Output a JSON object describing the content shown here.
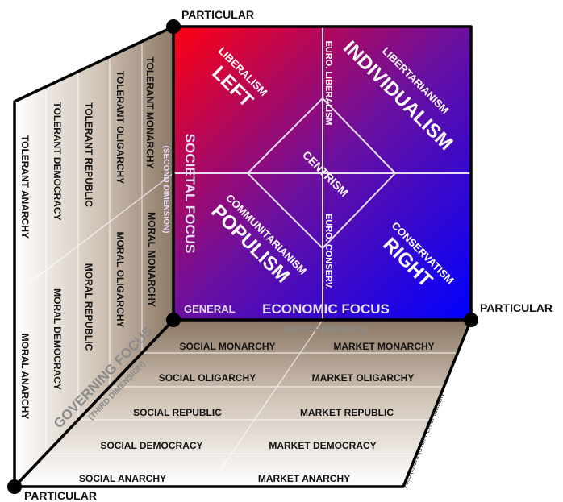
{
  "corners": {
    "top": "PARTICULAR",
    "right": "PARTICULAR",
    "bottom_left": "PARTICULAR",
    "origin": "GENERAL"
  },
  "axes": {
    "societal": {
      "title": "SOCIETAL FOCUS",
      "sub": "(SECOND DIMENSION)"
    },
    "economic": {
      "title": "ECONOMIC FOCUS",
      "sub": "(FIRST DIMENSION)"
    },
    "governing": {
      "title": "GOVERNING FOCUS",
      "sub": "(THIRD DIMENSION)"
    }
  },
  "front_face": {
    "top_left": {
      "small": "LIBERALISM",
      "big": "LEFT"
    },
    "top_right": {
      "small": "LIBERTARIANISM",
      "big": "INDIVIDUALISM"
    },
    "bottom_left": {
      "small": "COMMUNITARIANISM",
      "big": "POPULISM"
    },
    "bottom_right": {
      "small": "CONSERVATISM",
      "big": "RIGHT"
    },
    "center": "CENTRISM",
    "euro_liberalism": "EURO. LIBERALISM",
    "euro_conserv": "EURO. CONSERV.",
    "colors": {
      "top_left": "#ff0010",
      "top_right": "#5a10a8",
      "bottom_left": "#3a00a0",
      "bottom_right": "#0000ff"
    }
  },
  "bottom_face": {
    "rows": [
      {
        "social": "SOCIAL MONARCHY",
        "market": "MARKET MONARCHY"
      },
      {
        "social": "SOCIAL OLIGARCHY",
        "market": "MARKET OLIGARCHY"
      },
      {
        "social": "SOCIAL REPUBLIC",
        "market": "MARKET REPUBLIC"
      },
      {
        "social": "SOCIAL DEMOCRACY",
        "market": "MARKET DEMOCRACY"
      },
      {
        "social": "SOCIAL ANARCHY",
        "market": "MARKET ANARCHY"
      }
    ]
  },
  "left_face": {
    "columns": [
      {
        "tolerant": "TOLERANT ANARCHY",
        "moral": "MORAL ANARCHY"
      },
      {
        "tolerant": "TOLERANT DEMOCRACY",
        "moral": "MORAL DEMOCRACY"
      },
      {
        "tolerant": "TOLERANT REPUBLIC",
        "moral": "MORAL REPUBLIC"
      },
      {
        "tolerant": "TOLERANT OLIGARCHY",
        "moral": "MORAL OLIGARCHY"
      },
      {
        "tolerant": "TOLERANT MONARCHY",
        "moral": "MORAL MONARCHY"
      }
    ]
  },
  "copyright": "2005 (c) CHRISTOPHER ERICKSON"
}
